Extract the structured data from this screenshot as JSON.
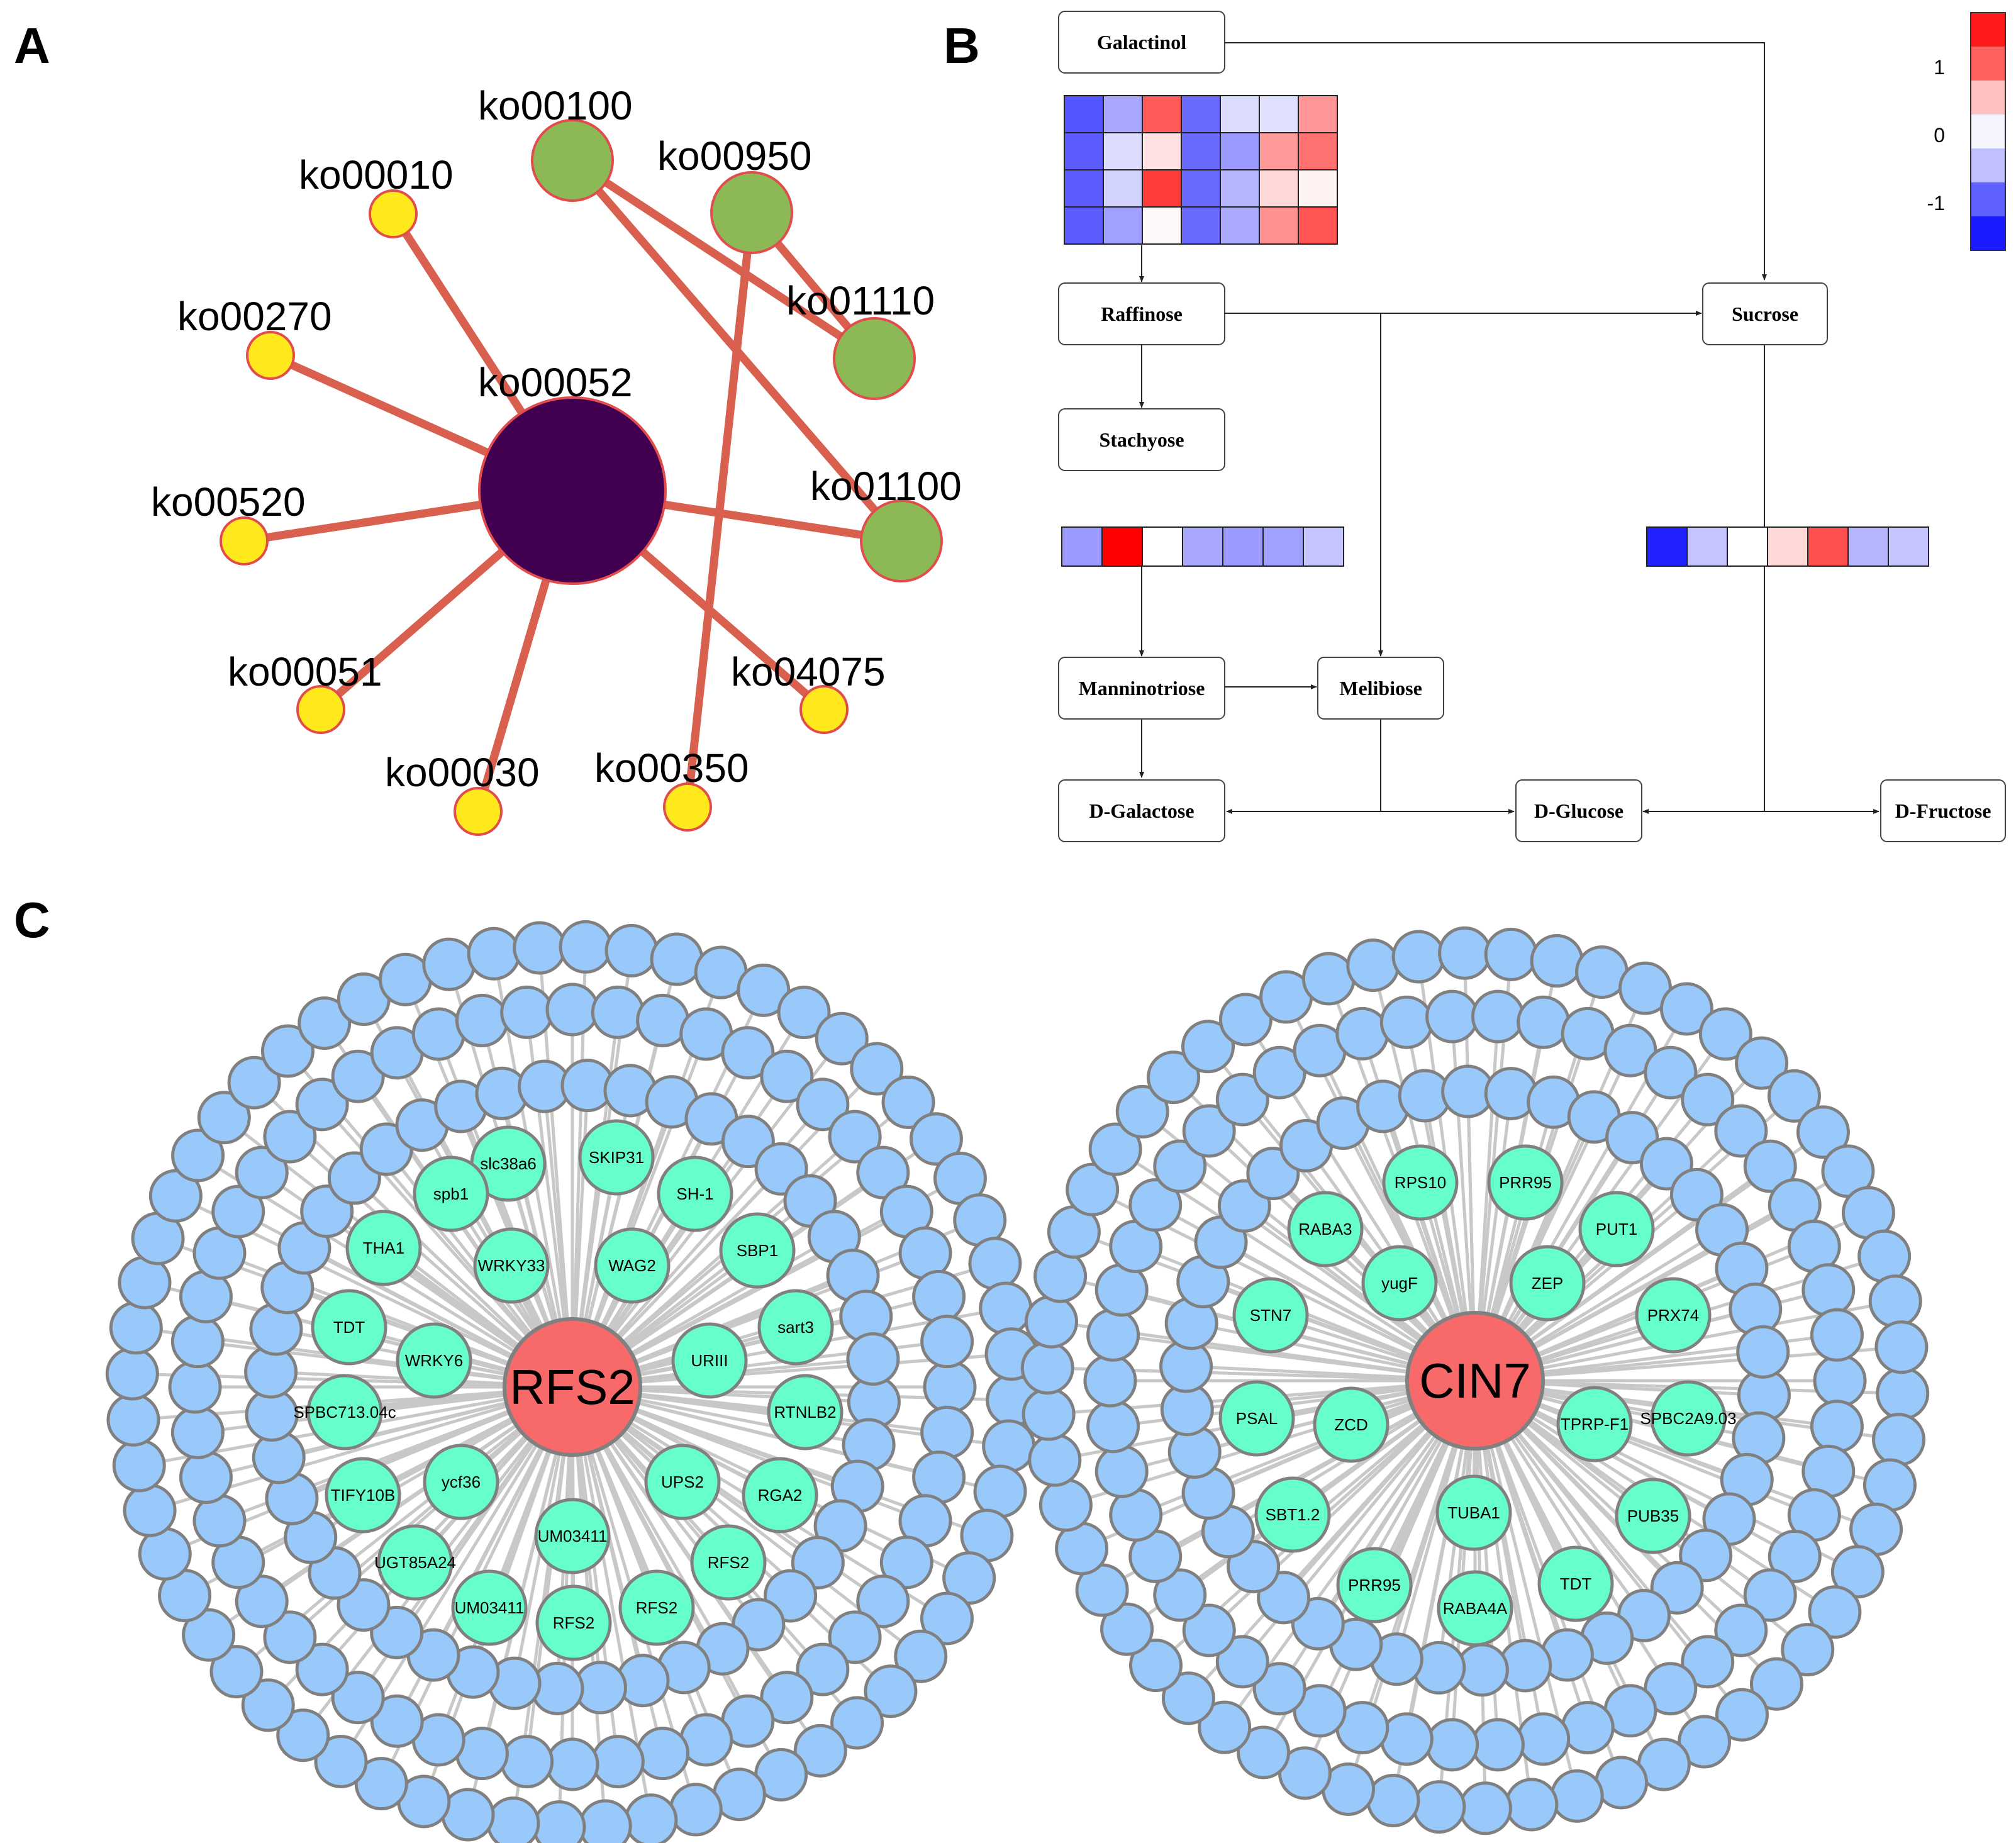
{
  "panels": {
    "a": "A",
    "b": "B",
    "c": "C"
  },
  "panel_a": {
    "center": {
      "id": "ko00052",
      "color": "#420050"
    },
    "nodes": [
      {
        "id": "ko00100",
        "group": "green"
      },
      {
        "id": "ko00010",
        "group": "yellow"
      },
      {
        "id": "ko00950",
        "group": "green"
      },
      {
        "id": "ko01110",
        "group": "green"
      },
      {
        "id": "ko00270",
        "group": "yellow"
      },
      {
        "id": "ko01100",
        "group": "green"
      },
      {
        "id": "ko00520",
        "group": "yellow"
      },
      {
        "id": "ko00051",
        "group": "yellow"
      },
      {
        "id": "ko04075",
        "group": "yellow"
      },
      {
        "id": "ko00030",
        "group": "yellow"
      },
      {
        "id": "ko00350",
        "group": "yellow"
      }
    ],
    "edges": [
      [
        "ko00052",
        "ko00010"
      ],
      [
        "ko00052",
        "ko00270"
      ],
      [
        "ko00052",
        "ko00520"
      ],
      [
        "ko00052",
        "ko00051"
      ],
      [
        "ko00052",
        "ko00030"
      ],
      [
        "ko00052",
        "ko04075"
      ],
      [
        "ko00052",
        "ko01100"
      ],
      [
        "ko00100",
        "ko01110"
      ],
      [
        "ko00100",
        "ko01100"
      ],
      [
        "ko00950",
        "ko01110"
      ],
      [
        "ko00950",
        "ko00350"
      ]
    ],
    "colors": {
      "green": "#8cb955",
      "yellow": "#ffe81c",
      "edge": "#d9604e",
      "border": "#e24c4c"
    }
  },
  "panel_b": {
    "metabolites": {
      "galactinol": "Galactinol",
      "raffinose": "Raffinose",
      "stachyose": "Stachyose",
      "sucrose": "Sucrose",
      "manninotriose": "Manninotriose",
      "melibiose": "Melibiose",
      "dgalactose": "D-Galactose",
      "dglucose": "D-Glucose",
      "dfructose": "D-Fructose"
    },
    "heatmap_galactinol": [
      [
        "#5555ff",
        "#a8a8ff",
        "#ff5a5a",
        "#6a6aff",
        "#dcdcff",
        "#e0e0ff",
        "#ff9595"
      ],
      [
        "#5c5cff",
        "#dcdcff",
        "#ffe1e1",
        "#6a6aff",
        "#9a9aff",
        "#ff9a9a",
        "#ff7070"
      ],
      [
        "#5c5cff",
        "#d2d2ff",
        "#ff3c3c",
        "#6a6aff",
        "#b4b4ff",
        "#ffd8d8",
        "#fff2f2"
      ],
      [
        "#5c5cff",
        "#a0a0ff",
        "#fff8f8",
        "#6a6aff",
        "#aaaaff",
        "#ff9090",
        "#ff5555"
      ]
    ],
    "heatmap_stachyose": [
      "#9a9aff",
      "#ff0000",
      "#ffffff",
      "#a8a8ff",
      "#9a9aff",
      "#a0a0ff",
      "#c4c4ff"
    ],
    "heatmap_sucrose": [
      "#2222ff",
      "#c4c4ff",
      "#ffffff",
      "#ffd8d8",
      "#ff5050",
      "#b4b4ff",
      "#c4c4ff"
    ],
    "color_scale": {
      "colors": [
        "#ff1a1a",
        "#ff6060",
        "#ffc0c0",
        "#f4f4ff",
        "#c0c0ff",
        "#6060ff",
        "#1a1aff"
      ],
      "labels": [
        "1",
        "0",
        "-1"
      ]
    }
  },
  "panel_c": {
    "networks": [
      {
        "hub": "RFS2",
        "genes": [
          {
            "label": "slc38a6"
          },
          {
            "label": "SKIP31"
          },
          {
            "label": "spb1"
          },
          {
            "label": "SH-1"
          },
          {
            "label": "THA1"
          },
          {
            "label": "WRKY33"
          },
          {
            "label": "WAG2"
          },
          {
            "label": "SBP1"
          },
          {
            "label": "TDT"
          },
          {
            "label": "sart3"
          },
          {
            "label": "WRKY6"
          },
          {
            "label": "URIII"
          },
          {
            "label": "SPBC713.04c"
          },
          {
            "label": "RTNLB2"
          },
          {
            "label": "TIFY10B"
          },
          {
            "label": "ycf36"
          },
          {
            "label": "UPS2"
          },
          {
            "label": "RGA2"
          },
          {
            "label": "UM03411"
          },
          {
            "label": "UGT85A24"
          },
          {
            "label": "RFS2"
          },
          {
            "label": "UM03411"
          },
          {
            "label": "RFS2"
          },
          {
            "label": "RFS2"
          }
        ]
      },
      {
        "hub": "CIN7",
        "genes": [
          {
            "label": "RPS10"
          },
          {
            "label": "PRR95"
          },
          {
            "label": "RABA3"
          },
          {
            "label": "PUT1"
          },
          {
            "label": "yugF"
          },
          {
            "label": "ZEP"
          },
          {
            "label": "STN7"
          },
          {
            "label": "PRX74"
          },
          {
            "label": "PSAL"
          },
          {
            "label": "ZCD"
          },
          {
            "label": "TPRP-F1"
          },
          {
            "label": "SPBC2A9.03"
          },
          {
            "label": "SBT1.2"
          },
          {
            "label": "TUBA1"
          },
          {
            "label": "PUB35"
          },
          {
            "label": "TDT"
          },
          {
            "label": "PRR95"
          },
          {
            "label": "RABA4A"
          }
        ]
      }
    ],
    "colors": {
      "outer": "#99c8fa",
      "gene": "#66ffcc",
      "hub": "#f86a6a",
      "spoke": "#c8c8c8"
    }
  }
}
